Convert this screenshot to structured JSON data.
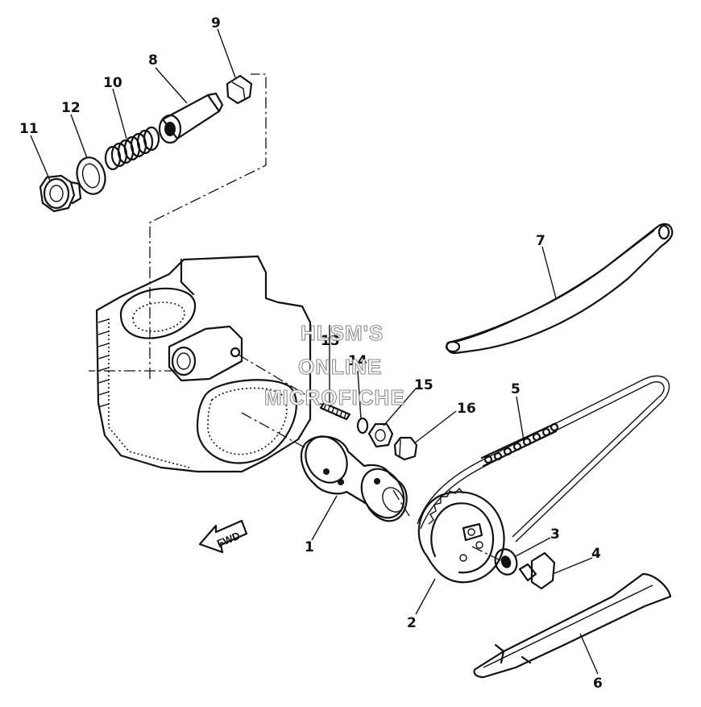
{
  "callouts": [
    {
      "id": "1",
      "label": "1"
    },
    {
      "id": "2",
      "label": "2"
    },
    {
      "id": "3",
      "label": "3"
    },
    {
      "id": "4",
      "label": "4"
    },
    {
      "id": "5",
      "label": "5"
    },
    {
      "id": "6",
      "label": "6"
    },
    {
      "id": "7",
      "label": "7"
    },
    {
      "id": "8",
      "label": "8"
    },
    {
      "id": "9",
      "label": "9"
    },
    {
      "id": "10",
      "label": "10"
    },
    {
      "id": "11",
      "label": "11"
    },
    {
      "id": "12",
      "label": "12"
    },
    {
      "id": "13",
      "label": "13"
    },
    {
      "id": "14",
      "label": "14"
    },
    {
      "id": "15",
      "label": "15"
    },
    {
      "id": "16",
      "label": "16"
    }
  ],
  "direction_marker": "FWD",
  "watermark": {
    "line1": "HLSM'S",
    "line2": "ONLINE",
    "line3": "MICROFICHE"
  }
}
